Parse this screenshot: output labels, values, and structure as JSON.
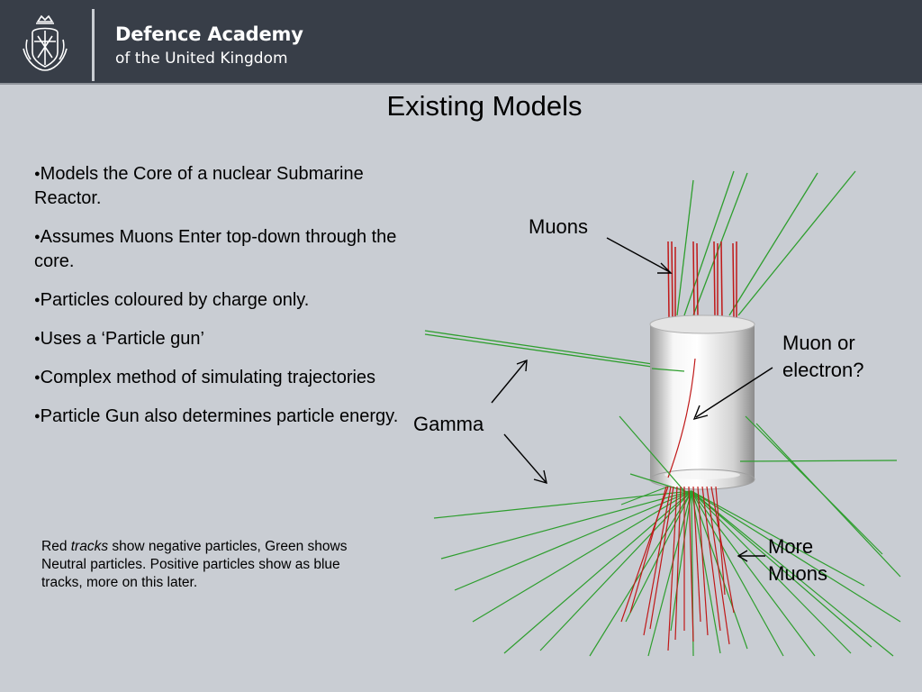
{
  "header": {
    "brand_name": "Defence Academy",
    "brand_sub": "of the United Kingdom",
    "crest_icon": "royal-crest-icon",
    "background_color": "#383e48"
  },
  "slide": {
    "title": "Existing Models",
    "bullets": [
      "Models the Core of a nuclear Submarine Reactor.",
      "Assumes Muons Enter top-down through the core.",
      "Particles coloured by charge only.",
      "Uses a ‘Particle gun’",
      "Complex method of simulating trajectories",
      "Particle Gun also determines particle energy."
    ],
    "caption": {
      "prefix": "Red ",
      "emphasis": "tracks",
      "rest": " show negative particles, Green shows Neutral particles. Positive particles show as blue tracks, more on this later."
    }
  },
  "diagram": {
    "labels": {
      "muons": "Muons",
      "muon_or_electron": "Muon or electron?",
      "gamma": "Gamma",
      "more_muons": "More Muons"
    },
    "colors": {
      "negative_track": "#c01818",
      "neutral_track": "#2e9e2e",
      "core": "#e8e8e8"
    }
  }
}
